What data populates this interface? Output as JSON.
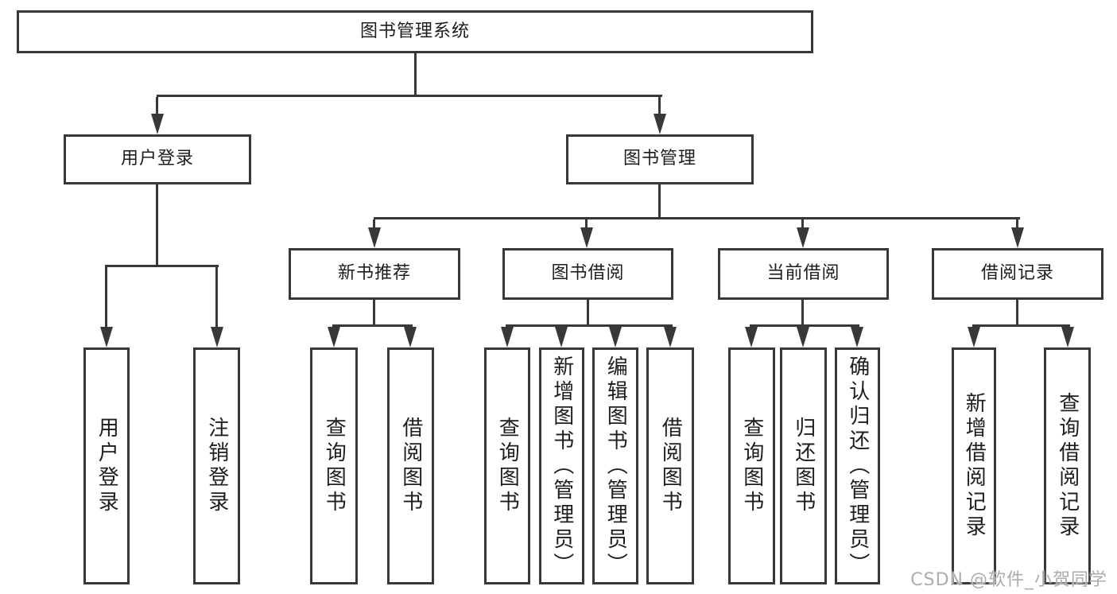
{
  "tree": {
    "label": "图书管理系统",
    "children": [
      {
        "label": "用户登录",
        "children": [
          {
            "label": "用户登录"
          },
          {
            "label": "注销登录"
          }
        ]
      },
      {
        "label": "图书管理",
        "children": [
          {
            "label": "新书推荐",
            "children": [
              {
                "label": "查询图书"
              },
              {
                "label": "借阅图书"
              }
            ]
          },
          {
            "label": "图书借阅",
            "children": [
              {
                "label": "查询图书"
              },
              {
                "label": "新增图书（管理员）"
              },
              {
                "label": "编辑图书（管理员）"
              },
              {
                "label": "借阅图书"
              }
            ]
          },
          {
            "label": "当前借阅",
            "children": [
              {
                "label": "查询图书"
              },
              {
                "label": "归还图书"
              },
              {
                "label": "确认归还（管理员）"
              }
            ]
          },
          {
            "label": "借阅记录",
            "children": [
              {
                "label": "新增借阅记录"
              },
              {
                "label": "查询借阅记录"
              }
            ]
          }
        ]
      }
    ]
  },
  "watermark": {
    "text": "CSDN @软件_小贺同学"
  },
  "colors": {
    "line": "#383838",
    "text": "#1d1d1d",
    "background": "#ffffff",
    "watermark": "#acacac"
  }
}
